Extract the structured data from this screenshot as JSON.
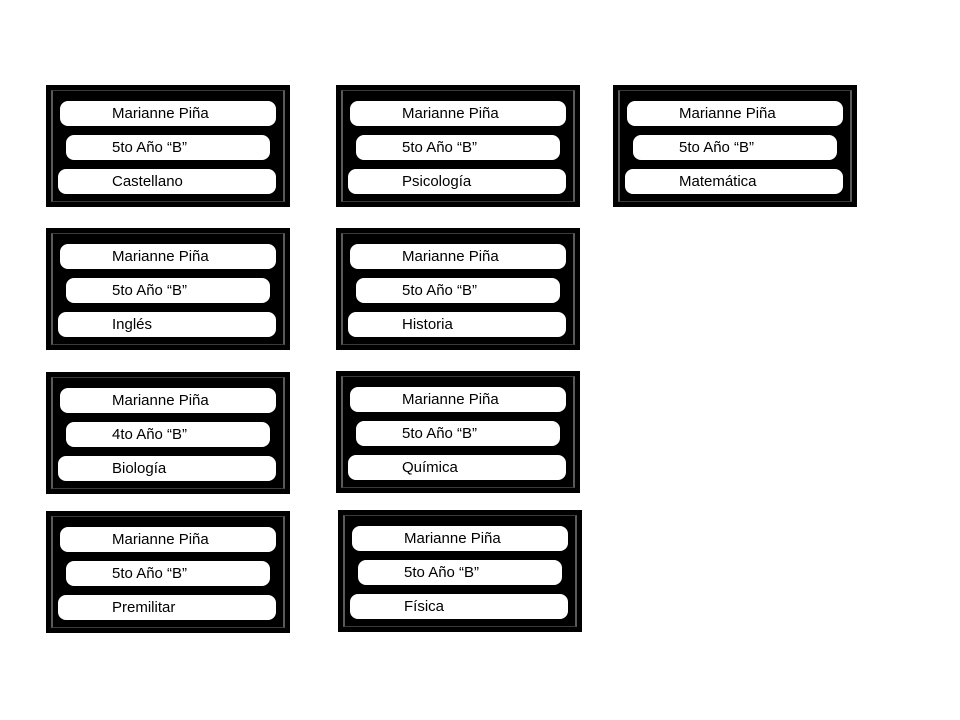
{
  "cards": [
    {
      "name": "Marianne Piña",
      "grade": "5to Año “B”",
      "subject": "Castellano"
    },
    {
      "name": "Marianne Piña",
      "grade": "5to Año “B”",
      "subject": "Psicología"
    },
    {
      "name": "Marianne Piña",
      "grade": "5to Año “B”",
      "subject": "Matemática"
    },
    {
      "name": "Marianne Piña",
      "grade": "5to Año “B”",
      "subject": "Inglés"
    },
    {
      "name": "Marianne Piña",
      "grade": "5to Año “B”",
      "subject": "Historia"
    },
    {
      "name": "Marianne Piña",
      "grade": "4to Año “B”",
      "subject": "Biología"
    },
    {
      "name": "Marianne Piña",
      "grade": "5to Año “B”",
      "subject": "Química"
    },
    {
      "name": "Marianne Piña",
      "grade": "5to Año “B”",
      "subject": "Premilitar"
    },
    {
      "name": "Marianne Piña",
      "grade": "5to Año “B”",
      "subject": "Física"
    }
  ],
  "colors": {
    "card_background": "#000000",
    "label_background": "#ffffff",
    "text": "#000000"
  }
}
